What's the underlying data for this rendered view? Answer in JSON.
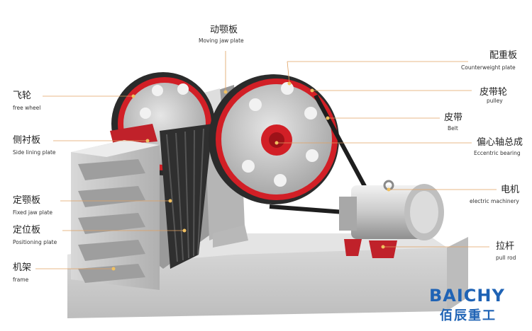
{
  "labels": {
    "moving_jaw": {
      "zh": "动颚板",
      "en": "Moving jaw plate"
    },
    "counterweight": {
      "zh": "配重板",
      "en": "Counterweight plate"
    },
    "pulley": {
      "zh": "皮带轮",
      "en": "pulley"
    },
    "belt": {
      "zh": "皮带",
      "en": "Belt"
    },
    "eccentric": {
      "zh": "偏心轴总成",
      "en": "Eccentric bearing"
    },
    "motor": {
      "zh": "电机",
      "en": "electric machinery"
    },
    "pull_rod": {
      "zh": "拉杆",
      "en": "pull rod"
    },
    "flywheel": {
      "zh": "飞轮",
      "en": "free wheel"
    },
    "side_lining": {
      "zh": "侧衬板",
      "en": "Side lining plate"
    },
    "fixed_jaw": {
      "zh": "定颚板",
      "en": "Fixed jaw plate"
    },
    "positioning": {
      "zh": "定位板",
      "en": "Positioning plate"
    },
    "frame": {
      "zh": "机架",
      "en": "frame"
    }
  },
  "logo": {
    "en": "BAICHY",
    "zh": "佰辰重工"
  },
  "colors": {
    "accent": "#d4202a",
    "metal": "#c8c8c8",
    "dark": "#3a3a3a",
    "logo": "#1f63b5"
  }
}
